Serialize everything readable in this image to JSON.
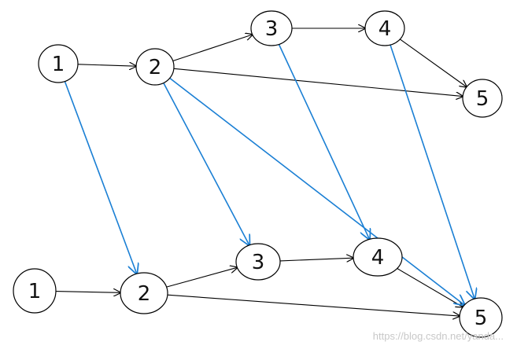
{
  "colors": {
    "node_stroke": "#000000",
    "black_edge": "#000000",
    "blue_edge": "#1a7fd4"
  },
  "nodes": [
    {
      "id": "t1",
      "label": "1"
    },
    {
      "id": "t2",
      "label": "2"
    },
    {
      "id": "t3",
      "label": "3"
    },
    {
      "id": "t4",
      "label": "4"
    },
    {
      "id": "t5",
      "label": "5"
    },
    {
      "id": "b1",
      "label": "1"
    },
    {
      "id": "b2",
      "label": "2"
    },
    {
      "id": "b3",
      "label": "3"
    },
    {
      "id": "b4",
      "label": "4"
    },
    {
      "id": "b5",
      "label": "5"
    }
  ],
  "edges": [
    {
      "from": "t1",
      "to": "t2",
      "color": "black"
    },
    {
      "from": "t2",
      "to": "t3",
      "color": "black"
    },
    {
      "from": "t3",
      "to": "t4",
      "color": "black"
    },
    {
      "from": "t4",
      "to": "t5",
      "color": "black"
    },
    {
      "from": "t2",
      "to": "t5",
      "color": "black"
    },
    {
      "from": "b1",
      "to": "b2",
      "color": "black"
    },
    {
      "from": "b2",
      "to": "b3",
      "color": "black"
    },
    {
      "from": "b3",
      "to": "b4",
      "color": "black"
    },
    {
      "from": "b4",
      "to": "b5",
      "color": "black"
    },
    {
      "from": "b2",
      "to": "b5",
      "color": "black"
    },
    {
      "from": "t1",
      "to": "b2",
      "color": "blue"
    },
    {
      "from": "t2",
      "to": "b3",
      "color": "blue"
    },
    {
      "from": "t2",
      "to": "b5",
      "color": "blue"
    },
    {
      "from": "t3",
      "to": "b4",
      "color": "blue"
    },
    {
      "from": "t4",
      "to": "b5",
      "color": "blue"
    }
  ],
  "watermark": "https://blog.csdn.net/yanda..."
}
